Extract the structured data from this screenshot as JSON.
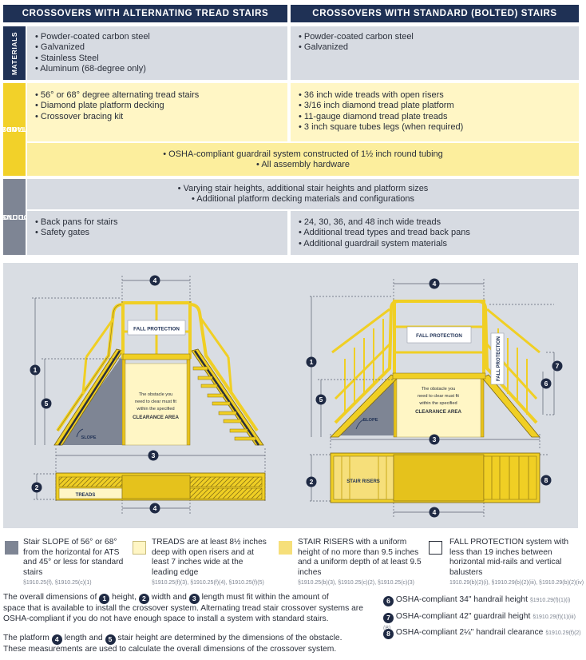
{
  "table": {
    "headers": [
      "CROSSOVERS WITH ALTERNATING TREAD STAIRS",
      "CROSSOVERS WITH STANDARD (BOLTED) STAIRS"
    ],
    "sections": {
      "materials": {
        "label": "MATERIALS",
        "left": [
          "• Powder-coated carbon steel",
          "• Galvanized",
          "• Stainless Steel",
          "• Aluminum (68-degree only)"
        ],
        "right": [
          "• Powder-coated carbon steel",
          "• Galvanized"
        ]
      },
      "standard": {
        "label_line1": "STANDARD",
        "label_line2": "OPTIONS",
        "left": [
          "• 56° or 68° degree alternating tread stairs",
          "• Diamond plate platform decking",
          "• Crossover bracing kit"
        ],
        "right": [
          "• 36 inch wide treads with open risers",
          "• 3/16 inch diamond tread plate platform",
          "• 11-gauge diamond tread plate treads",
          "• 3 inch square tubes legs (when required)"
        ],
        "shared": [
          "• OSHA-compliant guardrail system constructed of 1½ inch round tubing",
          "• All assembly hardware"
        ]
      },
      "additional": {
        "label_line1": "ADDITIONAL",
        "label_line2": "OPTIONS",
        "shared": [
          "• Varying stair heights, additional stair heights and platform sizes",
          "• Additional platform decking materials and configurations"
        ],
        "left": [
          "• Back pans for stairs",
          "• Safety gates"
        ],
        "right": [
          "• 24, 30, 36, and 48 inch wide treads",
          "• Additional tread types and tread back pans",
          "• Additional guardrail system materials"
        ]
      }
    }
  },
  "diagram": {
    "fall_protection": "FALL PROTECTION",
    "obstacle_lines": [
      "The obstacle you",
      "need to clear must fit",
      "within the specified"
    ],
    "clearance_area": "CLEARANCE AREA",
    "slope": "SLOPE",
    "treads": "TREADS",
    "stair_risers": "STAIR RISERS",
    "markers": [
      "1",
      "2",
      "3",
      "4",
      "5",
      "6",
      "7",
      "8"
    ]
  },
  "legend": [
    {
      "text": "Stair SLOPE of 56° or 68° from the horizontal for ATS and 45° or less for standard stairs",
      "ref": "§1910.25(f), §1910.25(c)(1)",
      "color": "#7e8594"
    },
    {
      "text": "TREADS are at least 8½ inches deep with open risers and at least 7 inches wide at the leading edge",
      "ref": "§1910.25(f)(3), §1910.25(f)(4), §1910.25(f)(5)",
      "color": "#fff6c5"
    },
    {
      "text": "STAIR RISERS with a uniform height of no more than 9.5 inches and a uniform depth of at least 9.5 inches",
      "ref": "§1910.25(b)(3), §1910.25(c)(2), §1910.25(c)(3)",
      "color": "#f6df7a"
    },
    {
      "text": "FALL PROTECTION system with less than 19 inches between horizontal mid-rails and vertical balusters",
      "ref": "1910.29(b)(2)(i), §1910.29(b)(2)(iii), §1910.29(b)(2)(iv)",
      "color": "#ffffff"
    }
  ],
  "notes": {
    "p1_a": "The overall dimensions of",
    "p1_b": "height,",
    "p1_c": "width and",
    "p1_d": "length must fit within the amount of",
    "p1_line2": "space that is available to install the crossover system. Alternating tread stair crossover systems are",
    "p1_line3": "OSHA-compliant if you do not have enough space to install a system with standard stairs.",
    "p2_a": "The platform",
    "p2_b": "length and",
    "p2_c": "stair height are determined by the dimensions of the obstacle.",
    "p2_line2": "These measurements are used to calculate the overall dimensions of the crossover system.",
    "items": [
      {
        "num": "6",
        "text": "OSHA-compliant 34\" handrail height",
        "ref": "§1910.29(f)(1)(i)"
      },
      {
        "num": "7",
        "text": "OSHA-compliant 42\" guardrail height",
        "ref": "§1910.29(f)(1)(iii)(B)"
      },
      {
        "num": "8",
        "text": "OSHA-compliant 2¼\" handrail clearance",
        "ref": "§1910.29(f)(2)"
      }
    ],
    "n1": "1",
    "n2": "2",
    "n3": "3",
    "n4": "4",
    "n5": "5"
  },
  "colors": {
    "navy": "#1f3155",
    "yellow": "#f2d129",
    "accent_yellow": "#f0cf24",
    "grey": "#d7dbe2"
  }
}
